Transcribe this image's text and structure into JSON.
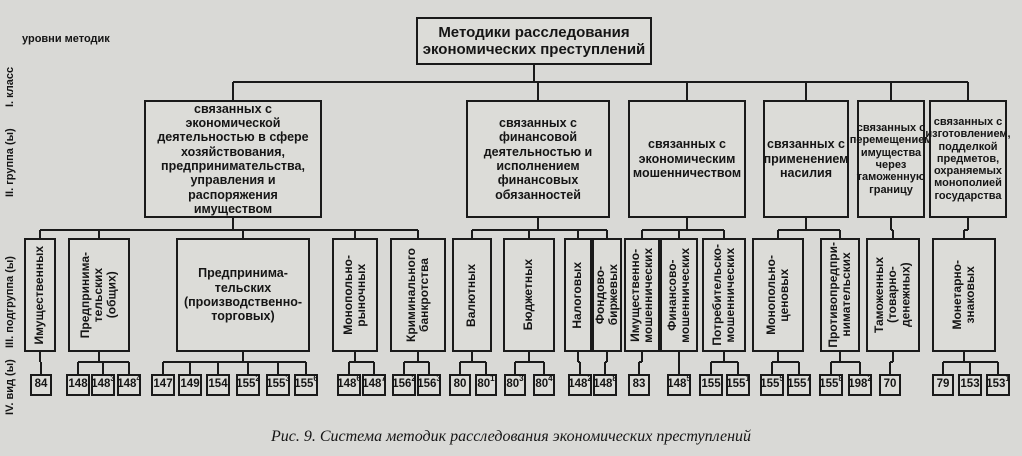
{
  "levels_title": "уровни методик",
  "level_labels": [
    "I. класс",
    "II. группа (ы)",
    "III. подгруппа (ы)",
    "IV. вид (ы)"
  ],
  "root": "Методики расследования\nэкономических преступлений",
  "groups": [
    "связанных с экономической деятельностью в сфере хозяйствования, предпринимательства, управления и распоряжения имуществом",
    "связанных с финансовой деятельностью и исполнением финансовых обязанностей",
    "связанных с экономическим мошенничеством",
    "связанных с применением насилия",
    "связанных с перемещением имущества через таможенную границу",
    "связанных с изготовлением, подделкой предметов, охраняемых монополией государства"
  ],
  "subgroups": [
    "Имущественных",
    "Предпринима-\nтельских\n(общих)",
    "Предпринима-\nтельских\n(производственно-\nторговых)",
    "Монопольно-\nрыночных",
    "Криминального\nбанкротства",
    "Валютных",
    "Бюджетных",
    "Налоговых",
    "Фондово-\nбиржевых",
    "Имущественно-\nмошеннических",
    "Финансово-\nмошеннических",
    "Потребительско-\nмошеннических",
    "Монопольно-\nценовых",
    "Противопредпри-\nнимательских",
    "Таможенных\n(товарно-\nденежных)",
    "Монетарно-\nзнаковых"
  ],
  "leaves": [
    [
      "84"
    ],
    [
      "148",
      "148|3",
      "148|4"
    ],
    [
      "147",
      "149",
      "154",
      "155|2",
      "155|3",
      "155|6"
    ],
    [
      "148|6",
      "148|7"
    ],
    [
      "156|2",
      "156|3"
    ],
    [
      "80",
      "80|1"
    ],
    [
      "80|3",
      "80|4"
    ],
    [
      "148|2"
    ],
    [
      "148|8"
    ],
    [
      "83"
    ],
    [
      "148|5"
    ],
    [
      "155",
      "155|1"
    ],
    [
      "155|5",
      "155|7"
    ],
    [
      "155|8",
      "198|2"
    ],
    [
      "70"
    ],
    [
      "79",
      "153",
      "153|1"
    ]
  ],
  "caption": "Рис. 9. Система методик расследования экономических преступлений"
}
